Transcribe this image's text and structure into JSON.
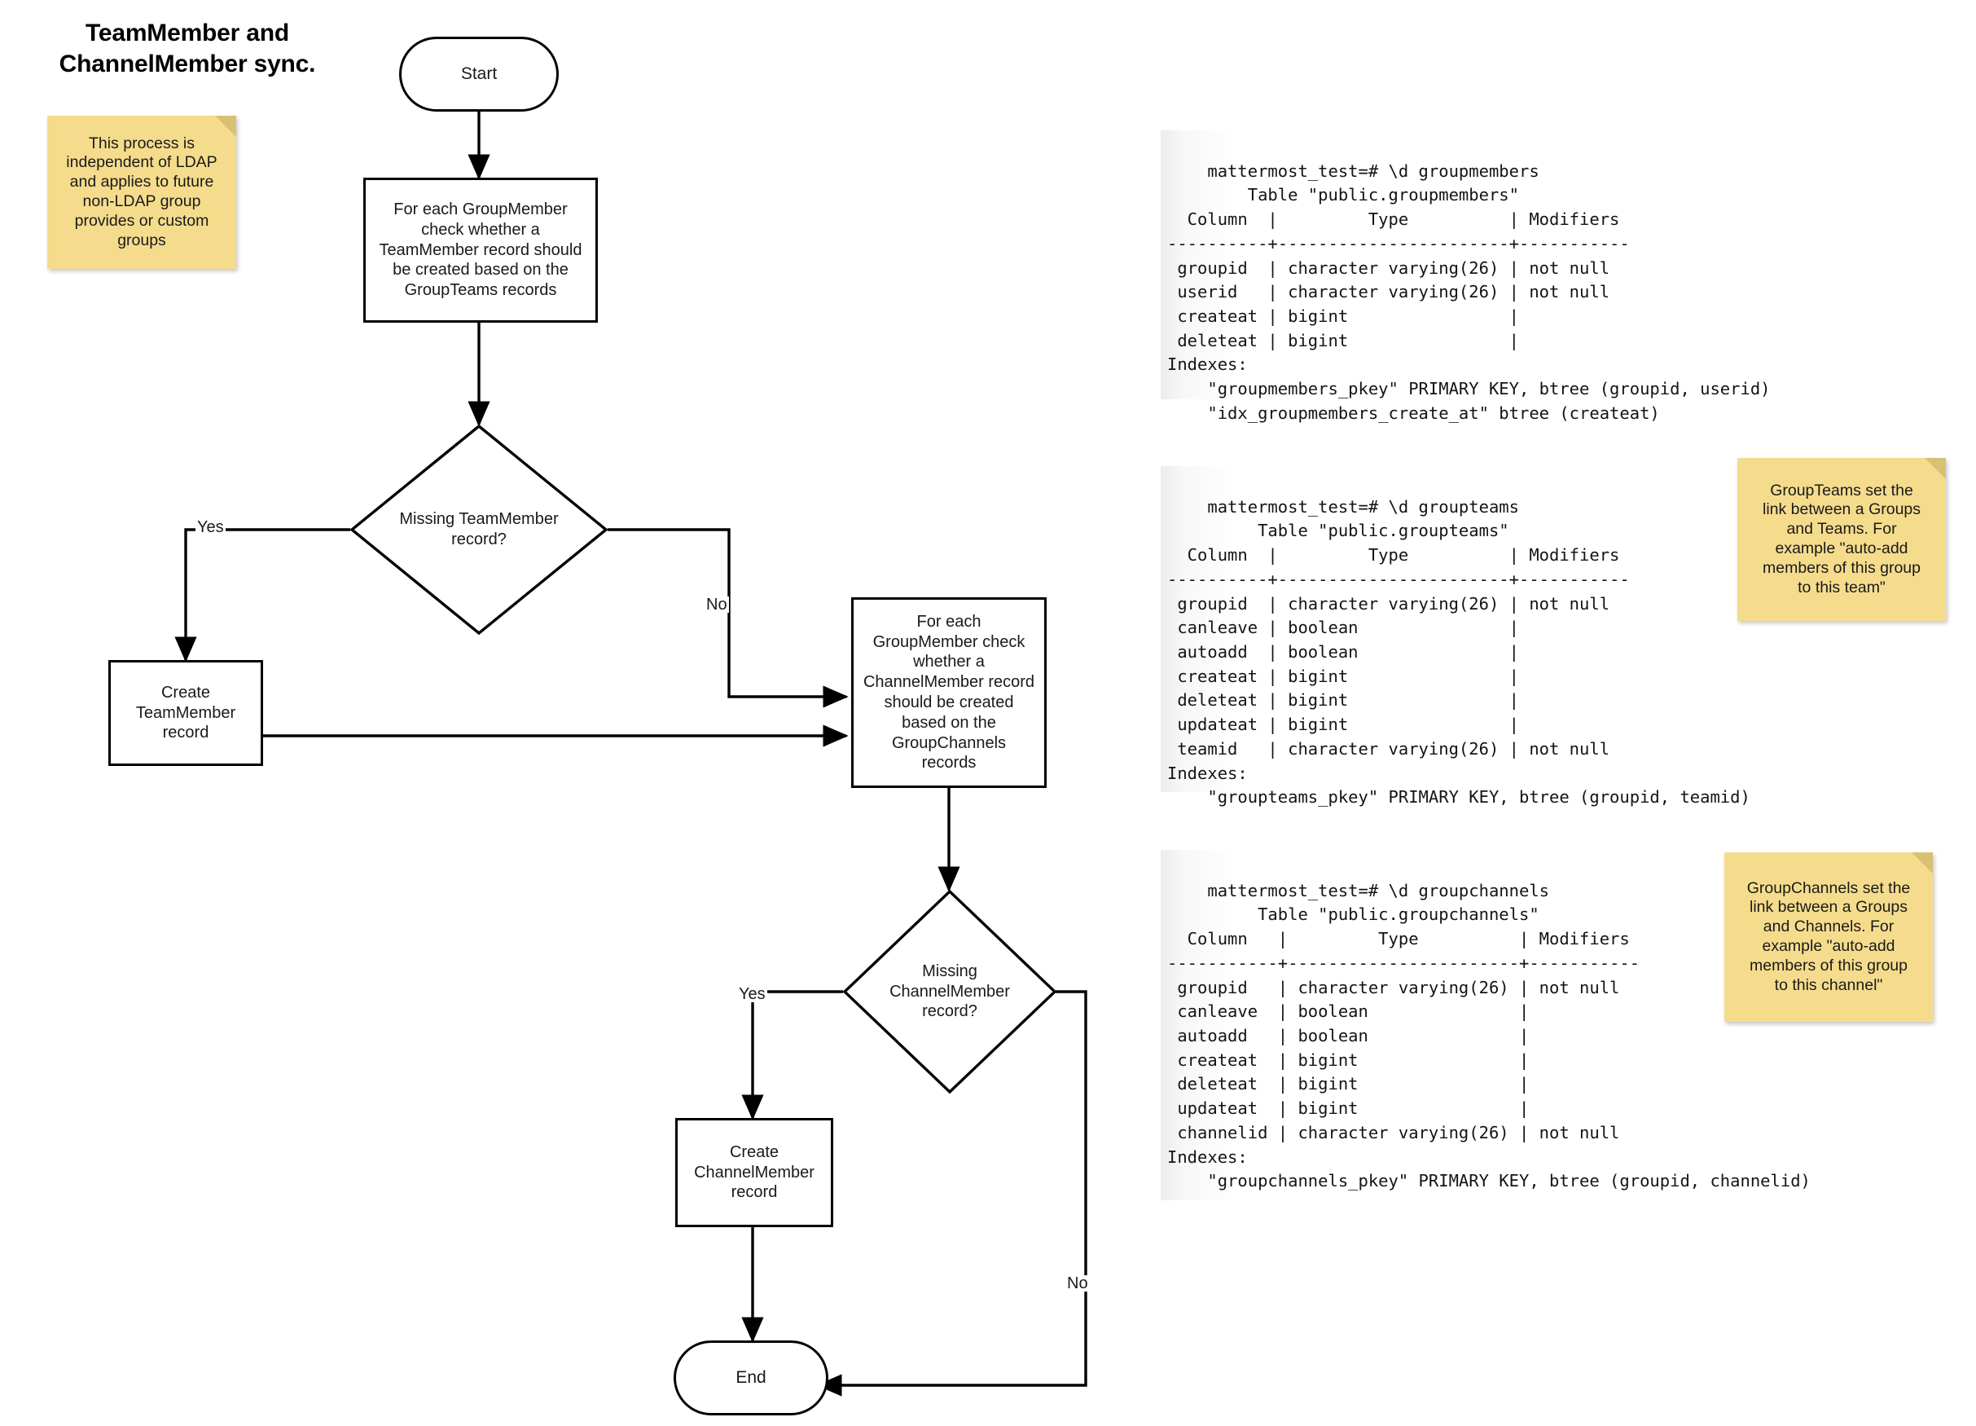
{
  "title": "TeamMember and\nChannelMember sync.",
  "notes": [
    {
      "id": "note-ldap",
      "text": "This process is\nindependent of LDAP\nand applies to future\nnon-LDAP group\nprovides or custom\ngroups"
    },
    {
      "id": "note-groupteams",
      "text": "GroupTeams set the\nlink between a Groups\nand Teams. For\nexample \"auto-add\nmembers of this group\nto this team\""
    },
    {
      "id": "note-groupchannels",
      "text": "GroupChannels set the\nlink between a Groups\nand Channels. For\nexample \"auto-add\nmembers of this group\nto this channel\""
    }
  ],
  "flow": {
    "start": "Start",
    "process_teammember": "For each GroupMember\ncheck whether a\nTeamMember record should\nbe created based on the\nGroupTeams records",
    "decision_teammember": "Missing TeamMember\nrecord?",
    "create_teammember": "Create\nTeamMember\nrecord",
    "process_channelmember": "For each\nGroupMember check\nwhether a\nChannelMember record\nshould be created\nbased on the\nGroupChannels\nrecords",
    "decision_channelmember": "Missing\nChannelMember\nrecord?",
    "create_channelmember": "Create\nChannelMember\nrecord",
    "end": "End",
    "label_yes_1": "Yes",
    "label_no_1": "No",
    "label_yes_2": "Yes",
    "label_no_2": "No"
  },
  "terminals": [
    {
      "id": "term-groupmembers",
      "text": "mattermost_test=# \\d groupmembers\n        Table \"public.groupmembers\"\n  Column  |         Type          | Modifiers \n----------+-----------------------+-----------\n groupid  | character varying(26) | not null\n userid   | character varying(26) | not null\n createat | bigint                |\n deleteat | bigint                |\nIndexes:\n    \"groupmembers_pkey\" PRIMARY KEY, btree (groupid, userid)\n    \"idx_groupmembers_create_at\" btree (createat)"
    },
    {
      "id": "term-groupteams",
      "text": "mattermost_test=# \\d groupteams\n         Table \"public.groupteams\"\n  Column  |         Type          | Modifiers \n----------+-----------------------+-----------\n groupid  | character varying(26) | not null\n canleave | boolean               |\n autoadd  | boolean               |\n createat | bigint                |\n deleteat | bigint                |\n updateat | bigint                |\n teamid   | character varying(26) | not null\nIndexes:\n    \"groupteams_pkey\" PRIMARY KEY, btree (groupid, teamid)"
    },
    {
      "id": "term-groupchannels",
      "text": "mattermost_test=# \\d groupchannels\n         Table \"public.groupchannels\"\n  Column   |         Type          | Modifiers \n-----------+-----------------------+-----------\n groupid   | character varying(26) | not null\n canleave  | boolean               |\n autoadd   | boolean               |\n createat  | bigint                |\n deleteat  | bigint                |\n updateat  | bigint                |\n channelid | character varying(26) | not null\nIndexes:\n    \"groupchannels_pkey\" PRIMARY KEY, btree (groupid, channelid)"
    }
  ],
  "colors": {
    "note_fill": "#f5dc8c",
    "note_fold": "#d9c174",
    "stroke": "#000000",
    "text": "#1a1a1a",
    "background": "#ffffff"
  }
}
